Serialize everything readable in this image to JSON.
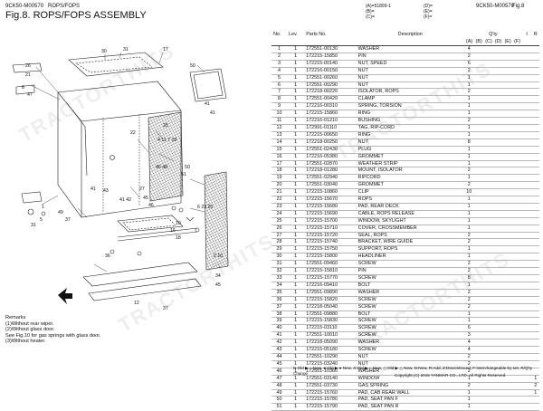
{
  "header": {
    "model_left": "9CK50-M00570",
    "section": "ROPS/FOPS",
    "title": "Fig.8.  ROPS/FOPS ASSEMBLY",
    "model_right": "9CK50-M00570",
    "fig": "Fig.8",
    "serial_lines": [
      "(A)=51899-1",
      "(B)=",
      "(C)="
    ],
    "model_lines": [
      "(D)=",
      "(E)=",
      "(F)="
    ]
  },
  "watermark": "TRACTORTHITS",
  "table": {
    "headers": {
      "no": "No.",
      "lev": "Lev.",
      "part": "Parts No.",
      "desc": "Description",
      "qty": "Q'ty",
      "i": "I",
      "r": "R",
      "qty_cols": [
        "(A)",
        "(B)",
        "(C)",
        "(D)",
        "(E)",
        "(F)"
      ]
    },
    "rows": [
      {
        "no": "1",
        "lev": "1",
        "part": "172551-00130",
        "desc": "WASHER",
        "qty": "4",
        "i": "",
        "r": ""
      },
      {
        "no": "2",
        "lev": "1",
        "part": "172215-15850",
        "desc": "PIN",
        "qty": "2",
        "i": "",
        "r": ""
      },
      {
        "no": "3",
        "lev": "1",
        "part": "172215-00140",
        "desc": "NUT, SPEED",
        "qty": "6",
        "i": "",
        "r": ""
      },
      {
        "no": "4",
        "lev": "1",
        "part": "172216-00150",
        "desc": "NUT",
        "qty": "2",
        "i": "",
        "r": ""
      },
      {
        "no": "5",
        "lev": "1",
        "part": "172551-00260",
        "desc": "NUT",
        "qty": "1",
        "i": "",
        "r": ""
      },
      {
        "no": "6",
        "lev": "1",
        "part": "172551-00290",
        "desc": "NUT",
        "qty": "1",
        "i": "",
        "r": ""
      },
      {
        "no": "7",
        "lev": "1",
        "part": "172218-00220",
        "desc": "ISOLATOR, ROPS",
        "qty": "2",
        "i": "",
        "r": ""
      },
      {
        "no": "8",
        "lev": "1",
        "part": "172551-00420",
        "desc": "CLAMP",
        "qty": "1",
        "i": "",
        "r": ""
      },
      {
        "no": "9",
        "lev": "1",
        "part": "172216-00310",
        "desc": "SPRING, TORSION",
        "qty": "1",
        "i": "",
        "r": ""
      },
      {
        "no": "10",
        "lev": "1",
        "part": "172215-15860",
        "desc": "RING",
        "qty": "1",
        "i": "",
        "r": ""
      },
      {
        "no": "11",
        "lev": "1",
        "part": "172216-01210",
        "desc": "BUSHING",
        "qty": "2",
        "i": "",
        "r": ""
      },
      {
        "no": "12",
        "lev": "1",
        "part": "172991-01110",
        "desc": "TAG, RIP-CORD",
        "qty": "1",
        "i": "",
        "r": ""
      },
      {
        "no": "13",
        "lev": "1",
        "part": "172215-00650",
        "desc": "RING",
        "qty": "1",
        "i": "",
        "r": ""
      },
      {
        "no": "14",
        "lev": "1",
        "part": "172218-00250",
        "desc": "NUT",
        "qty": "8",
        "i": "",
        "r": ""
      },
      {
        "no": "15",
        "lev": "1",
        "part": "172551-02430",
        "desc": "PLUG",
        "qty": "1",
        "i": "",
        "r": ""
      },
      {
        "no": "16",
        "lev": "1",
        "part": "172216-05380",
        "desc": "GROMMET",
        "qty": "1",
        "i": "",
        "r": ""
      },
      {
        "no": "17",
        "lev": "1",
        "part": "172551-02870",
        "desc": "WEATHER STRIP",
        "qty": "1",
        "i": "",
        "r": ""
      },
      {
        "no": "18",
        "lev": "1",
        "part": "172218-01280",
        "desc": "MOUNT, ISOLATOR",
        "qty": "2",
        "i": "",
        "r": ""
      },
      {
        "no": "19",
        "lev": "1",
        "part": "172551-02940",
        "desc": "RIPCORD",
        "qty": "1",
        "i": "",
        "r": ""
      },
      {
        "no": "20",
        "lev": "1",
        "part": "172551-03040",
        "desc": "GROMMET",
        "qty": "2",
        "i": "",
        "r": ""
      },
      {
        "no": "21",
        "lev": "1",
        "part": "172215-10860",
        "desc": "CLIP",
        "qty": "10",
        "i": "",
        "r": ""
      },
      {
        "no": "22",
        "lev": "1",
        "part": "172215-15670",
        "desc": "ROPS",
        "qty": "1",
        "i": "",
        "r": ""
      },
      {
        "no": "23",
        "lev": "1",
        "part": "172215-15680",
        "desc": "PAD, REAR DECK",
        "qty": "1",
        "i": "",
        "r": ""
      },
      {
        "no": "24",
        "lev": "1",
        "part": "172215-15690",
        "desc": "CABLE, ROPS RELEASE",
        "qty": "1",
        "i": "",
        "r": ""
      },
      {
        "no": "25",
        "lev": "1",
        "part": "172215-15700",
        "desc": "WINDOW, SKYLIGHT",
        "qty": "1",
        "i": "",
        "r": ""
      },
      {
        "no": "26",
        "lev": "1",
        "part": "172215-15710",
        "desc": "COVER, CROSSMEMBER",
        "qty": "1",
        "i": "",
        "r": ""
      },
      {
        "no": "27",
        "lev": "1",
        "part": "172215-15720",
        "desc": "SEAL, ROPS",
        "qty": "2",
        "i": "",
        "r": ""
      },
      {
        "no": "28",
        "lev": "1",
        "part": "172215-15740",
        "desc": "BRACKET, WIRE GUIDE",
        "qty": "2",
        "i": "",
        "r": ""
      },
      {
        "no": "29",
        "lev": "1",
        "part": "172215-15750",
        "desc": "SUPPORT, ROPS",
        "qty": "1",
        "i": "",
        "r": ""
      },
      {
        "no": "30",
        "lev": "1",
        "part": "172215-15800",
        "desc": "HEADLINER",
        "qty": "1",
        "i": "",
        "r": ""
      },
      {
        "no": "31",
        "lev": "1",
        "part": "172551-09460",
        "desc": "SCREW",
        "qty": "2",
        "i": "",
        "r": ""
      },
      {
        "no": "32",
        "lev": "1",
        "part": "172215-15810",
        "desc": "PIN",
        "qty": "2",
        "i": "",
        "r": ""
      },
      {
        "no": "33",
        "lev": "1",
        "part": "172215-15770",
        "desc": "SCREW",
        "qty": "8",
        "i": "",
        "r": ""
      },
      {
        "no": "34",
        "lev": "1",
        "part": "172216-09410",
        "desc": "BOLT",
        "qty": "1",
        "i": "",
        "r": ""
      },
      {
        "no": "35",
        "lev": "1",
        "part": "172551-09890",
        "desc": "WASHER",
        "qty": "2",
        "i": "",
        "r": ""
      },
      {
        "no": "36",
        "lev": "1",
        "part": "172215-15820",
        "desc": "SCREW",
        "qty": "2",
        "i": "",
        "r": ""
      },
      {
        "no": "37",
        "lev": "1",
        "part": "172218-05040",
        "desc": "SCREW",
        "qty": "2",
        "i": "",
        "r": ""
      },
      {
        "no": "38",
        "lev": "1",
        "part": "172551-09880",
        "desc": "BOLT",
        "qty": "1",
        "i": "",
        "r": ""
      },
      {
        "no": "39",
        "lev": "1",
        "part": "172215-15830",
        "desc": "SCREW",
        "qty": "1",
        "i": "",
        "r": ""
      },
      {
        "no": "40",
        "lev": "1",
        "part": "172215-03110",
        "desc": "SCREW",
        "qty": "6",
        "i": "",
        "r": ""
      },
      {
        "no": "41",
        "lev": "1",
        "part": "172551-10010",
        "desc": "SCREW",
        "qty": "3",
        "i": "",
        "r": ""
      },
      {
        "no": "42",
        "lev": "1",
        "part": "172218-05090",
        "desc": "WASHER",
        "qty": "4",
        "i": "",
        "r": ""
      },
      {
        "no": "43",
        "lev": "1",
        "part": "172215-05180",
        "desc": "SCREW",
        "qty": "4",
        "i": "",
        "r": ""
      },
      {
        "no": "44",
        "lev": "1",
        "part": "172551-10290",
        "desc": "NUT",
        "qty": "2",
        "i": "",
        "r": ""
      },
      {
        "no": "45",
        "lev": "1",
        "part": "172215-03240",
        "desc": "NUT",
        "qty": "2",
        "i": "",
        "r": ""
      },
      {
        "no": "46",
        "lev": "1",
        "part": "172551-10360",
        "desc": "WASHER",
        "qty": "2",
        "i": "",
        "r": ""
      },
      {
        "no": "47",
        "lev": "1",
        "part": "172551-03140",
        "desc": "WINDOW",
        "qty": "1",
        "i": "",
        "r": "1"
      },
      {
        "no": "48",
        "lev": "1",
        "part": "172551-03730",
        "desc": "GAS SPRING",
        "qty": "2",
        "i": "",
        "r": "2"
      },
      {
        "no": "49",
        "lev": "1",
        "part": "172215-15760",
        "desc": "PAD, CAB REAR WALL",
        "qty": "1",
        "i": "",
        "r": "1"
      },
      {
        "no": "50",
        "lev": "1",
        "part": "172215-15780",
        "desc": "PAD, SEAT PAN F",
        "qty": "1",
        "i": "",
        "r": ""
      },
      {
        "no": "51",
        "lev": "1",
        "part": "172215-15790",
        "desc": "PAD, SEAT PAN R",
        "qty": "1",
        "i": "",
        "r": ""
      }
    ]
  },
  "remarks": {
    "title": "Remarks",
    "lines": [
      "(1)Without rear wiper.",
      "(2)Without glass door.",
      "See Fig.10 for gas springs with glass door.",
      "(3)Without heater."
    ]
  },
  "footer": {
    "legend": "N:Old ▶ ○ New, ●:Old ▶ ● New, X:Old ▶ ○ New, △:Old ▶ △ New, N:New, R:Add, Z:Discontinued, F:Interchangeable by set, R/Q'ty Change",
    "copyright": "Copyright (C) 2015 YANMAR CO., LTD. All Rights Reserved."
  },
  "diagram": {
    "callouts": [
      "30",
      "31",
      "17",
      "50",
      "26",
      "21",
      "8",
      "47",
      "41",
      "41",
      "25",
      "22",
      "4 11 7 18",
      "46 48",
      "50",
      "51",
      "41",
      "43",
      "27",
      "41 42",
      "45",
      "46",
      "1",
      "49",
      "31",
      "5",
      "37",
      "10",
      "16",
      "18",
      "6 23 20",
      "36",
      "2 10",
      "34",
      "45",
      "12",
      "37"
    ]
  }
}
